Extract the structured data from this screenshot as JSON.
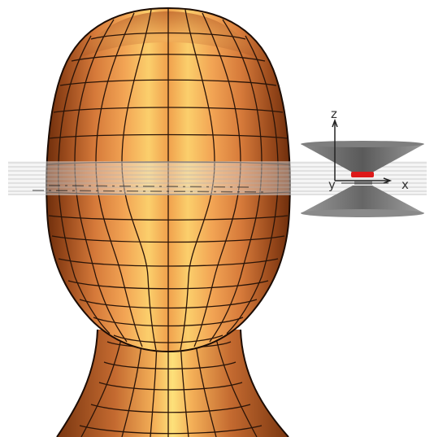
{
  "axes": {
    "z": "z",
    "y": "y",
    "x": "x"
  },
  "colors": {
    "background": "#ffffff",
    "skin_light": "#fde07a",
    "skin_mid": "#f0a04c",
    "skin_dark": "#b95c24",
    "skin_shadow": "#6e2e0c",
    "edge": "#2a1408",
    "plane": "#d4d4d4",
    "gizmo_gray": "#6e6e6e",
    "gizmo_highlight": "#dd1a1a"
  }
}
